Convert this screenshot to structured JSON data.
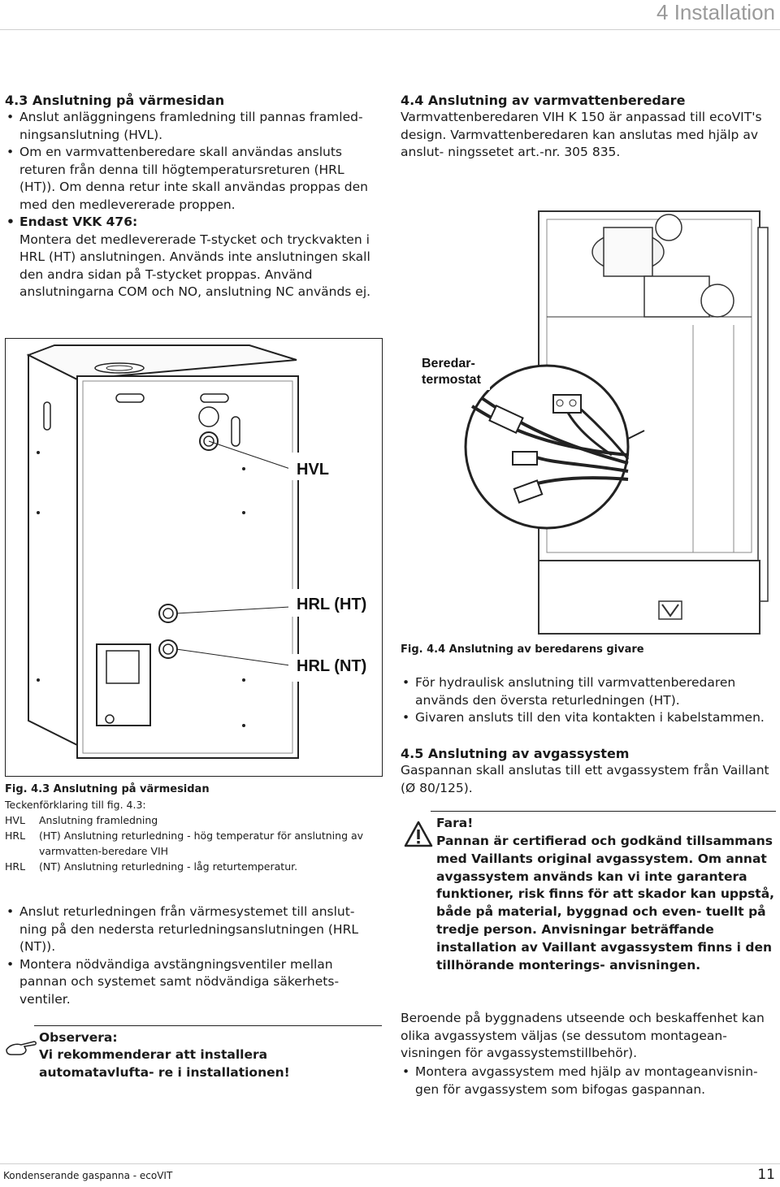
{
  "header": {
    "title": "4 Installation"
  },
  "left_col": {
    "section_43_title": "4.3 Anslutning på värmesidan",
    "bullets_top": [
      "Anslut anläggningens framledning till pannas framled- ningsanslutning (HVL).",
      "Om en varmvattenberedare skall användas ansluts returen från denna till högtemperatursreturen (HRL (HT)). Om denna retur inte skall användas proppas den med den medlevererade proppen."
    ],
    "vkk_heading": "Endast VKK 476:",
    "vkk_text": "Montera det medlevererade T-stycket och tryckvakten i HRL (HT) anslutningen. Används inte anslutningen skall den andra sidan på T-stycket proppas. Använd anslutningarna COM och NO, anslutning NC används ej.",
    "fig_labels": {
      "hvl": "HVL",
      "hrl_ht": "HRL (HT)",
      "hrl_nt": "HRL (NT)"
    },
    "fig_caption": "Fig. 4.3 Anslutning på värmesidan",
    "legend_intro": "Teckenförklaring till fig. 4.3:",
    "legend": [
      {
        "key": "HVL",
        "text": "Anslutning framledning"
      },
      {
        "key": "HRL",
        "text": "(HT) Anslutning returledning - hög temperatur för anslutning av varmvatten-beredare VIH"
      },
      {
        "key": "HRL",
        "text": "(NT) Anslutning returledning - låg returtemperatur."
      }
    ],
    "bullets_bottom": [
      "Anslut returledningen från värmesystemet till anslut- ning på den nedersta returledningsanslutningen (HRL (NT)).",
      "Montera nödvändiga avstängningsventiler mellan pannan och systemet samt nödvändiga säkerhets- ventiler."
    ],
    "note_label": "Observera:",
    "note_text": "Vi rekommenderar att installera automatavlufta- re i installationen!"
  },
  "right_col": {
    "section_44_title": "4.4 Anslutning av varmvattenberedare",
    "section_44_text": "Varmvattenberedaren VIH K 150 är anpassad till ecoVIT's design. Varmvattenberedaren kan anslutas med hjälp av anslut- ningssetet art.-nr. 305 835.",
    "fig44_label": "Beredar- termostat",
    "fig44_caption": "Fig. 4.4 Anslutning av beredarens givare",
    "bullets_44": [
      "För hydraulisk anslutning till varmvattenberedaren används den översta returledningen (HT).",
      "Givaren ansluts till den vita kontakten i kabelstammen."
    ],
    "section_45_title": "4.5 Anslutning av avgassystem",
    "section_45_text": "Gaspannan skall anslutas till ett avgassystem från Vaillant (Ø 80/125).",
    "danger_label": "Fara!",
    "danger_text": "Pannan är certifierad och godkänd tillsammans med Vaillants original avgassystem. Om annat avgassystem används kan vi inte garantera funktioner, risk finns för att skador kan uppstå, både på material, byggnad och even- tuellt på tredje person. Anvisningar beträffande installation av Vaillant avgassystem finns i den tillhörande monterings- anvisningen.",
    "closing_text": "Beroende på byggnadens utseende och beskaffenhet kan olika avgassystem väljas (se dessutom montagean- visningen för avgassystemstillbehör).",
    "closing_bullet": "Montera avgassystem med hjälp av montageanvisnin- gen för avgassystem som bifogas gaspannan."
  },
  "footer": {
    "left": "Kondenserande gaspanna - ecoVIT",
    "page": "11"
  }
}
